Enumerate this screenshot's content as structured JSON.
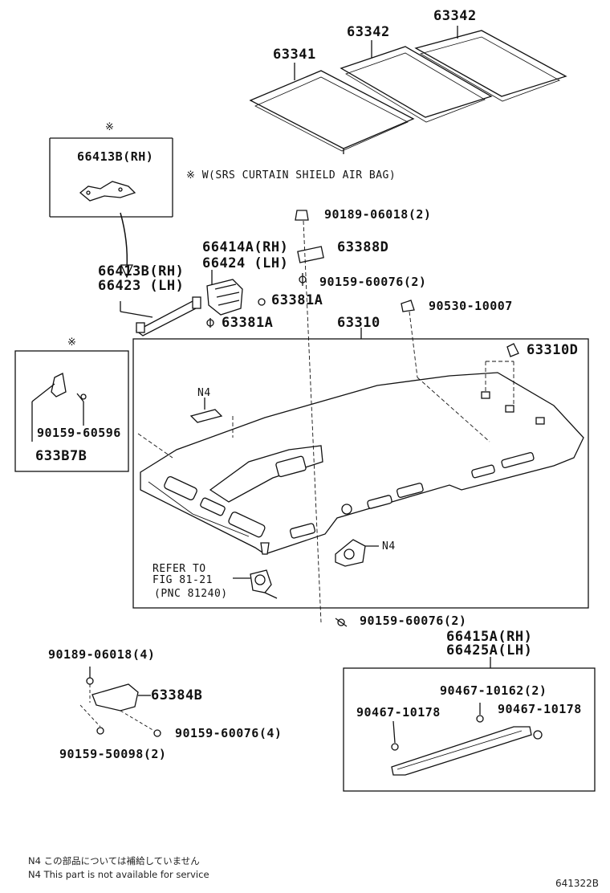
{
  "labels": {
    "p63342_right": "63342",
    "p63342_mid": "63342",
    "p63341": "63341",
    "star_top": "※",
    "p66413b_box": "66413B(RH)",
    "srs_note": "※ W(SRS CURTAIN SHIELD AIR BAG)",
    "p90189_top": "90189-06018(2)",
    "p66414a": "66414A(RH)",
    "p63388d": "63388D",
    "p66424": "66424 (LH)",
    "p66413b_rh": "66413B(RH)",
    "p66423_lh": "66423 (LH)",
    "p90159_60076_top": "90159-60076(2)",
    "p63381a_right": "63381A",
    "p90530": "90530-10007",
    "p63381a_left": "63381A",
    "p63310": "63310",
    "star_left": "※",
    "p63310d": "63310D",
    "n4_top": "N4",
    "p90159_60596": "90159-60596",
    "p633b7b": "633B7B",
    "n4_right": "N4",
    "refer1": "REFER TO",
    "refer2": "FIG 81-21",
    "refer3": "(PNC 81240)",
    "p90159_60076_bottom": "90159-60076(2)",
    "p66415a": "66415A(RH)",
    "p66425a": "66425A(LH)",
    "p90189_bottom": "90189-06018(4)",
    "p63384b": "63384B",
    "p90467_10162": "90467-10162(2)",
    "p90467_10178_left": "90467-10178",
    "p90467_10178_right": "90467-10178",
    "p90159_60076_4": "90159-60076(4)",
    "p90159_50098": "90159-50098(2)"
  },
  "footer": {
    "note_jp": "N4  この部品については補給していません",
    "note_en": "N4  This part is not available for service",
    "figure_code": "641322B"
  }
}
